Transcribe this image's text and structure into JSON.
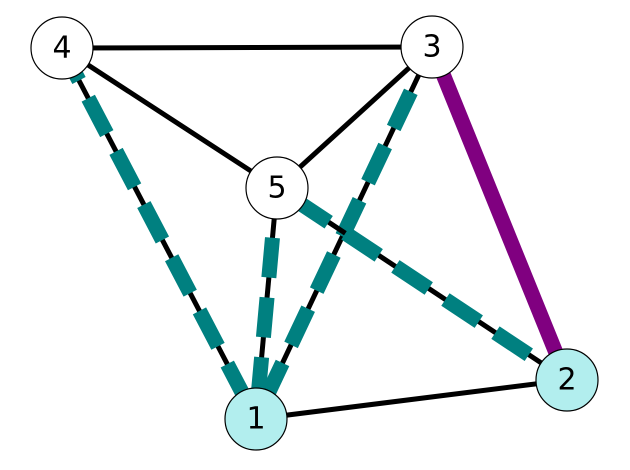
{
  "graph": {
    "nodes": [
      {
        "id": "1",
        "label": "1",
        "fill": "#b2eeee"
      },
      {
        "id": "2",
        "label": "2",
        "fill": "#b2eeee"
      },
      {
        "id": "3",
        "label": "3",
        "fill": "#ffffff"
      },
      {
        "id": "4",
        "label": "4",
        "fill": "#ffffff"
      },
      {
        "id": "5",
        "label": "5",
        "fill": "#ffffff"
      }
    ],
    "edges": [
      {
        "from": "4",
        "to": "3",
        "style": "solid",
        "color": "#000000"
      },
      {
        "from": "4",
        "to": "5",
        "style": "solid",
        "color": "#000000"
      },
      {
        "from": "5",
        "to": "3",
        "style": "solid",
        "color": "#000000"
      },
      {
        "from": "1",
        "to": "2",
        "style": "solid",
        "color": "#000000"
      },
      {
        "from": "1",
        "to": "4",
        "style": "dashed-highlight",
        "color": "#008080"
      },
      {
        "from": "1",
        "to": "5",
        "style": "dashed-highlight",
        "color": "#008080"
      },
      {
        "from": "1",
        "to": "3",
        "style": "dashed-highlight",
        "color": "#008080"
      },
      {
        "from": "5",
        "to": "2",
        "style": "dashed-highlight",
        "color": "#008080"
      },
      {
        "from": "3",
        "to": "2",
        "style": "thick-highlight",
        "color": "#800080"
      }
    ]
  }
}
